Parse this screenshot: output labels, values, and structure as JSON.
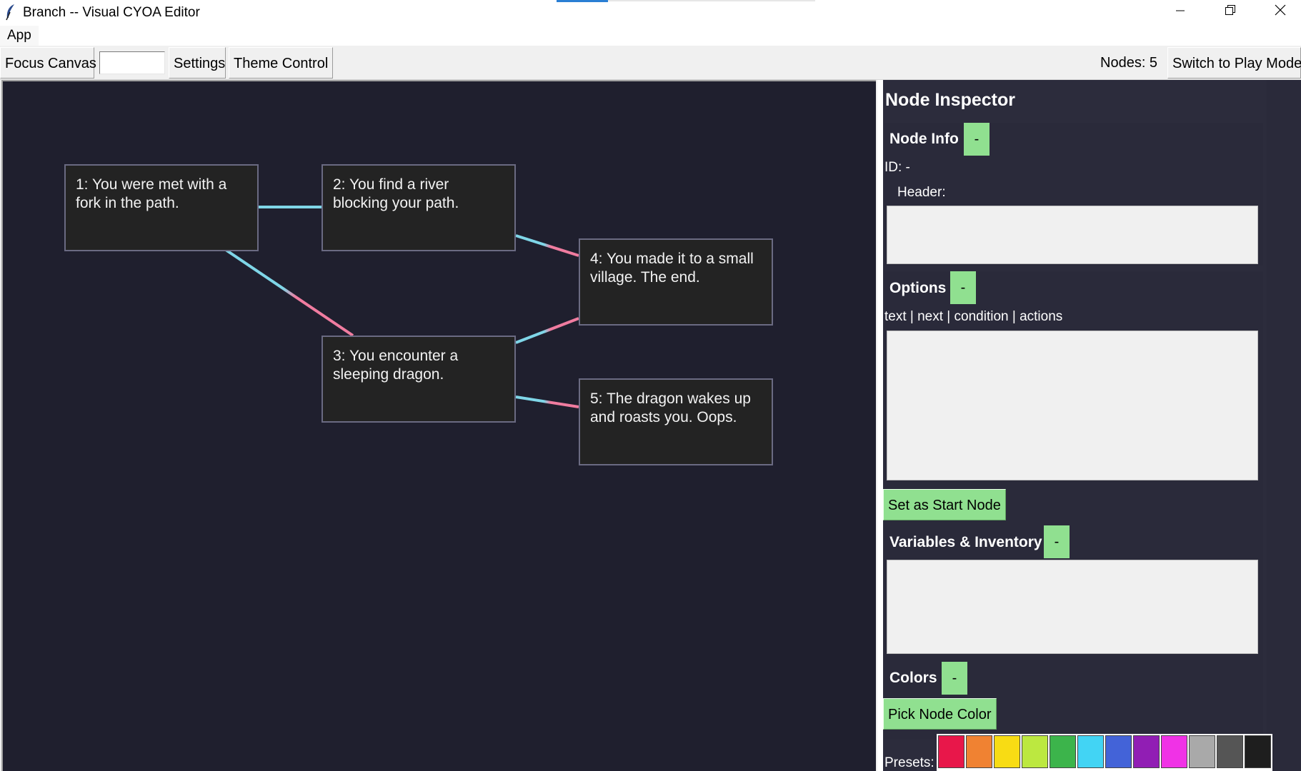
{
  "window": {
    "title": "Branch -- Visual CYOA Editor",
    "icon": "feather-icon",
    "controls": {
      "minimize": "minimize-icon",
      "maximize": "restore-icon",
      "close": "close-icon"
    }
  },
  "menubar": {
    "app_label": "App"
  },
  "toolbar": {
    "focus_canvas": "Focus Canvas",
    "search_value": "",
    "settings": "Settings",
    "theme_control": "Theme Control",
    "nodes_count": "Nodes: 5",
    "switch_mode": "Switch to Play Mode"
  },
  "canvas": {
    "background": "#1f1f2e",
    "nodes": [
      {
        "id": 1,
        "text": "1: You were met with a fork in the path."
      },
      {
        "id": 2,
        "text": "2: You find a river blocking your path."
      },
      {
        "id": 3,
        "text": "3: You encounter a sleeping dragon."
      },
      {
        "id": 4,
        "text": "4: You made it to a small village. The end."
      },
      {
        "id": 5,
        "text": "5: The dragon wakes up and roasts you. Oops."
      }
    ],
    "edges": [
      {
        "from": 1,
        "to": 2
      },
      {
        "from": 1,
        "to": 3
      },
      {
        "from": 2,
        "to": 4
      },
      {
        "from": 3,
        "to": 4
      },
      {
        "from": 3,
        "to": 5
      }
    ],
    "edge_colors": {
      "start": "#7fd6e8",
      "end": "#f07ca0"
    }
  },
  "inspector": {
    "title": "Node Inspector",
    "node_info": {
      "heading": "Node Info",
      "toggle": "-",
      "id_label": "ID: -",
      "header_label": "Header:",
      "header_value": ""
    },
    "options": {
      "heading": "Options",
      "toggle": "-",
      "columns_hint": "text | next | condition | actions",
      "value": ""
    },
    "set_start": "Set as Start Node",
    "variables": {
      "heading": "Variables & Inventory",
      "toggle": "-",
      "value": ""
    },
    "colors": {
      "heading": "Colors",
      "toggle": "-",
      "pick_button": "Pick Node Color",
      "presets_label": "Presets:",
      "presets": [
        "#e8174a",
        "#f08232",
        "#f8dc14",
        "#bce840",
        "#3cb44b",
        "#42d4f4",
        "#4363d8",
        "#911eb4",
        "#f032e6",
        "#a9a9a9",
        "#555555",
        "#1e1e1e"
      ]
    }
  }
}
